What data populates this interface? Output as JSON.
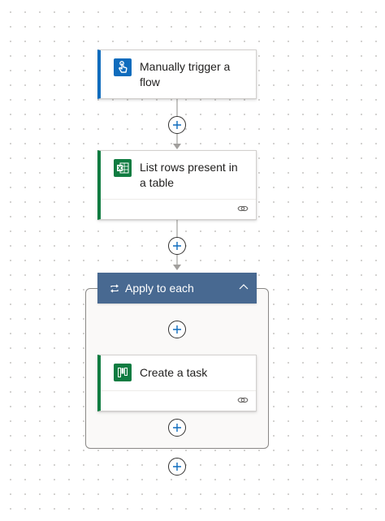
{
  "steps": {
    "trigger": {
      "title": "Manually trigger a flow",
      "accent_color": "#0f6cbd",
      "icon": "touch-hand-icon",
      "icon_color": "#0f6cbd"
    },
    "list_rows": {
      "title": "List rows present in a table",
      "accent_color": "#107c41",
      "icon": "excel-icon",
      "icon_color": "#107c41",
      "footer_icon": "link-icon"
    },
    "apply_each": {
      "title": "Apply to each",
      "header_color": "#486991",
      "icon": "loop-icon",
      "toggle_icon": "chevron-up-icon"
    },
    "create_task": {
      "title": "Create a task",
      "accent_color": "#107c41",
      "icon": "planner-icon",
      "icon_color": "#107c41",
      "footer_icon": "link-icon"
    }
  },
  "insert_step_icon": "plus-icon"
}
